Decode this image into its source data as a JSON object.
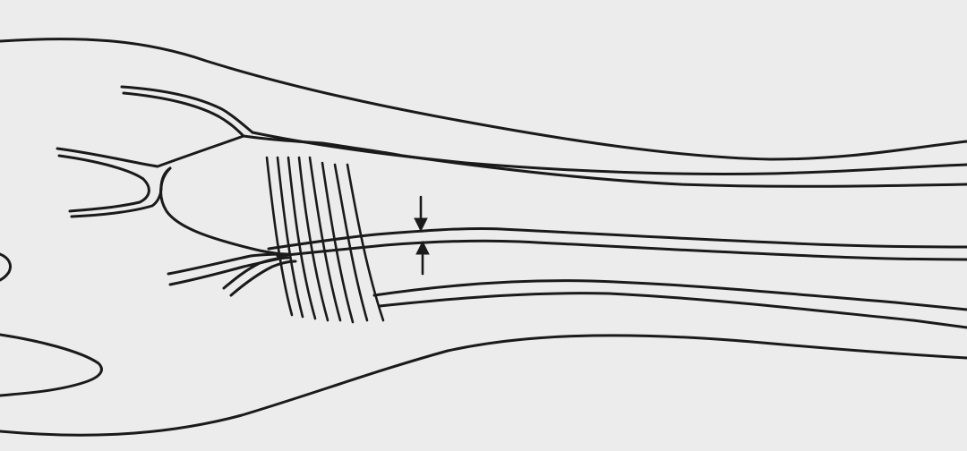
{
  "figure": {
    "type": "line-drawing",
    "subject": "",
    "labels": [],
    "colors": {
      "background": "#ececec",
      "ink": "#1a1a1a"
    },
    "parts": {
      "outline": "outer-contour",
      "vessels": "branching-channels",
      "band": "cross-hatching-lines",
      "indicator": "double-arrow-marker"
    }
  }
}
